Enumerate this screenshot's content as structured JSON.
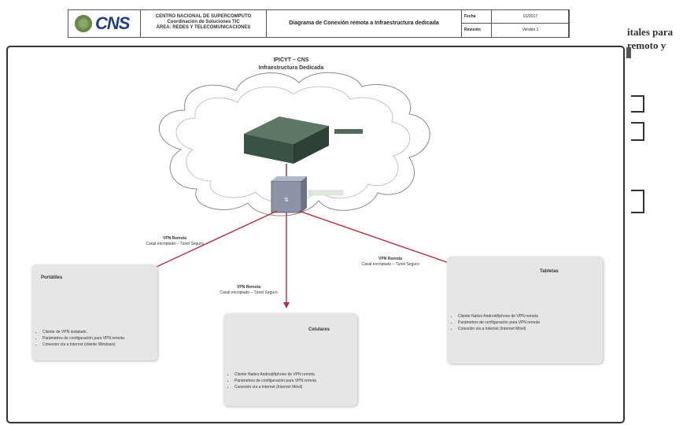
{
  "header": {
    "logo_text": "CNS",
    "org_lines": [
      "CENTRO NACIONAL DE SUPERCOMPUTO",
      "Coordinación de Soluciones TIC",
      "ÁREA: REDES Y TELECOMUNICACIONES"
    ],
    "title": "Diagrama de Conexión remota a Infraestructura dedicada",
    "fecha_label": "Fecha",
    "fecha_value": "01/2017",
    "revision_label": "Revisión",
    "revision_value": "Versión 1"
  },
  "side_text": {
    "line1": "itales para",
    "line2": "remoto y"
  },
  "diagram": {
    "title_line1": "IPICYT – CNS",
    "title_line2": "Infraestructura Dedicada",
    "portatiles": {
      "title": "Portátiles",
      "items": [
        "Cliente de VPN instalado.",
        "Parámetros de configuración para VPN remota",
        "Conexión vía a Internet (cliente Windows)"
      ]
    },
    "celulares": {
      "title": "Celulares",
      "items": [
        "Cliente Nativo Android/Iphone de VPN remota",
        "Parámetros de configuración para VPN remota",
        "Conexión vía a Internet (Internet Móvil)"
      ]
    },
    "tabletas": {
      "title": "Tabletas",
      "items": [
        "Cliente Nativo Android/Iphone de VPN remota",
        "Parámetros de configuración para VPN remota",
        "Conexión vía a Internet (Internet Móvil)"
      ]
    },
    "vpn_left": {
      "title": "VPN Remota",
      "sub": "Canal encriptado – Túnel Seguro"
    },
    "vpn_center": {
      "title": "VPN Remota",
      "sub": "Canal encriptado – Túnel Seguro"
    },
    "vpn_right": {
      "title": "VPN Remota",
      "sub": "Canal encriptado – Túnel Seguro"
    }
  },
  "colors": {
    "logo_blue": "#1f3f80",
    "server": "#3f5a4a",
    "panel": "#e6e6e6",
    "line": "#b03040"
  }
}
